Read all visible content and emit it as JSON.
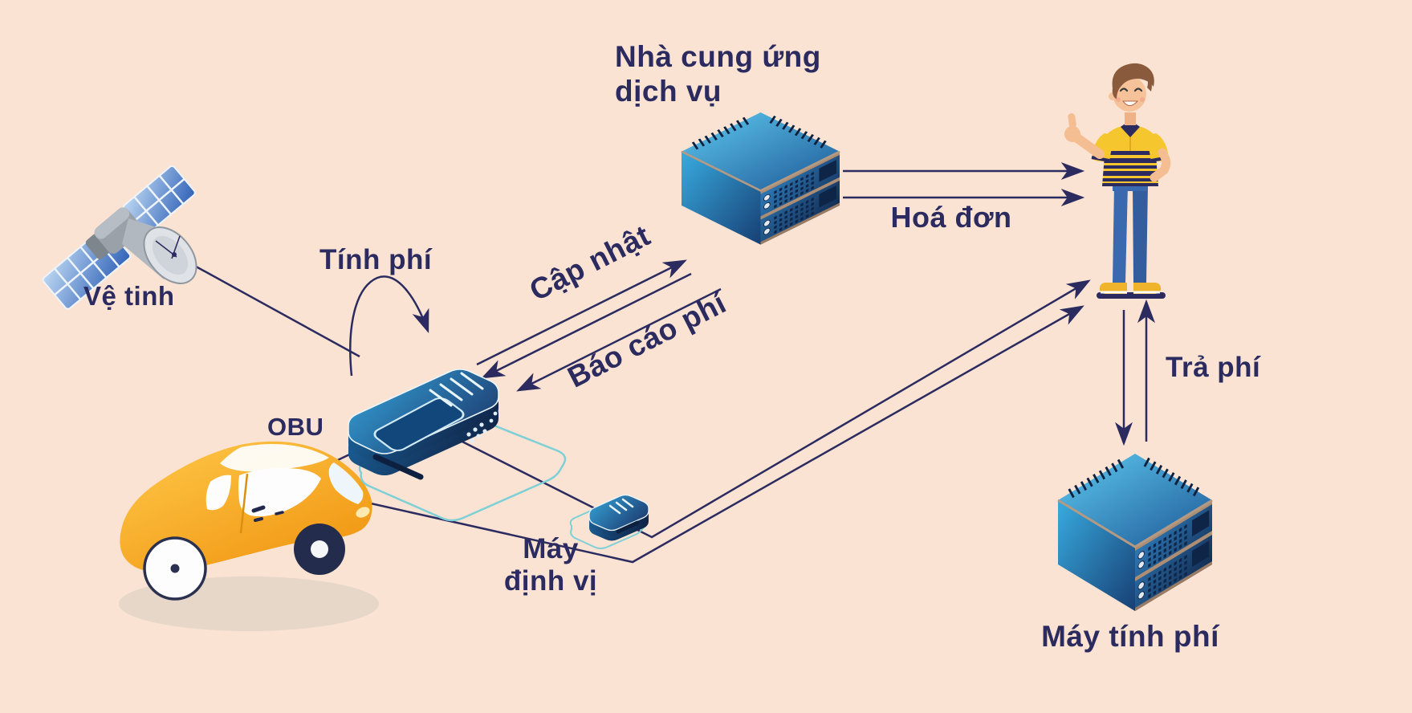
{
  "title": "GPS tolling system diagram (ETC / OBU)",
  "colors": {
    "background": "#fbe3d3",
    "ink": "#2b2b60",
    "teal_outline": "#7ed0d6",
    "server_blue_light": "#56c6ee",
    "server_blue_dark": "#14305a",
    "panel_tan": "#ad8e74",
    "car_yellow": "#f9a825",
    "shirt_yellow": "#f6c62f",
    "jeans_blue": "#3a69b0"
  },
  "labels": {
    "satellite": "Vệ tinh",
    "service_provider_line1": "Nhà cung ứng",
    "service_provider_line2": "dịch vụ",
    "charging": "Tính phí",
    "obu": "OBU",
    "update": "Cập nhật",
    "fee_report": "Báo cáo phí",
    "invoice": "Hoá đơn",
    "pay_fee": "Trả phí",
    "gps_device_line1": "Máy",
    "gps_device_line2": "định vị",
    "fee_computer": "Máy tính phí"
  },
  "entities": [
    "Vệ tinh",
    "car",
    "OBU",
    "Máy định vị",
    "Nhà cung ứng dịch vụ",
    "person",
    "Máy tính phí"
  ],
  "flows": [
    {
      "from": "Vệ tinh",
      "to": "OBU",
      "label": ""
    },
    {
      "from": "car",
      "to": "OBU",
      "label": ""
    },
    {
      "from": "OBU",
      "to": "OBU",
      "label": "Tính phí"
    },
    {
      "from": "OBU",
      "to": "Nhà cung ứng dịch vụ",
      "label": "Cập nhật"
    },
    {
      "from": "Nhà cung ứng dịch vụ",
      "to": "OBU",
      "label": "Báo cáo phí"
    },
    {
      "from": "Nhà cung ứng dịch vụ",
      "to": "person",
      "label": "Hoá đơn"
    },
    {
      "from": "OBU",
      "to": "person",
      "label": ""
    },
    {
      "from": "Máy định vị",
      "to": "person",
      "label": ""
    },
    {
      "from": "person",
      "to": "Máy tính phí",
      "label": "Trả phí"
    },
    {
      "from": "Máy tính phí",
      "to": "person",
      "label": ""
    }
  ]
}
